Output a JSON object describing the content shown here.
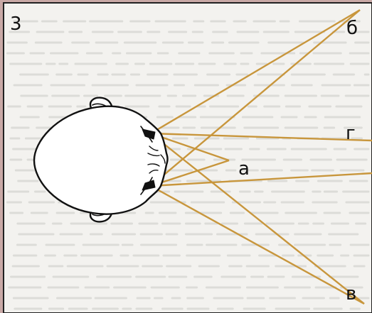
{
  "figure": {
    "panel_number": "3",
    "labels": {
      "a": "а",
      "b": "б",
      "v": "в",
      "g": "г"
    }
  },
  "colors": {
    "frame_outer": "#c9a9a6",
    "paper": "#f3f2ef",
    "paper_text_ghost": "#dcdcd8",
    "sight_lines": "#c8963c",
    "ink": "#111111"
  },
  "icons": [
    "head-top-view-icon"
  ]
}
